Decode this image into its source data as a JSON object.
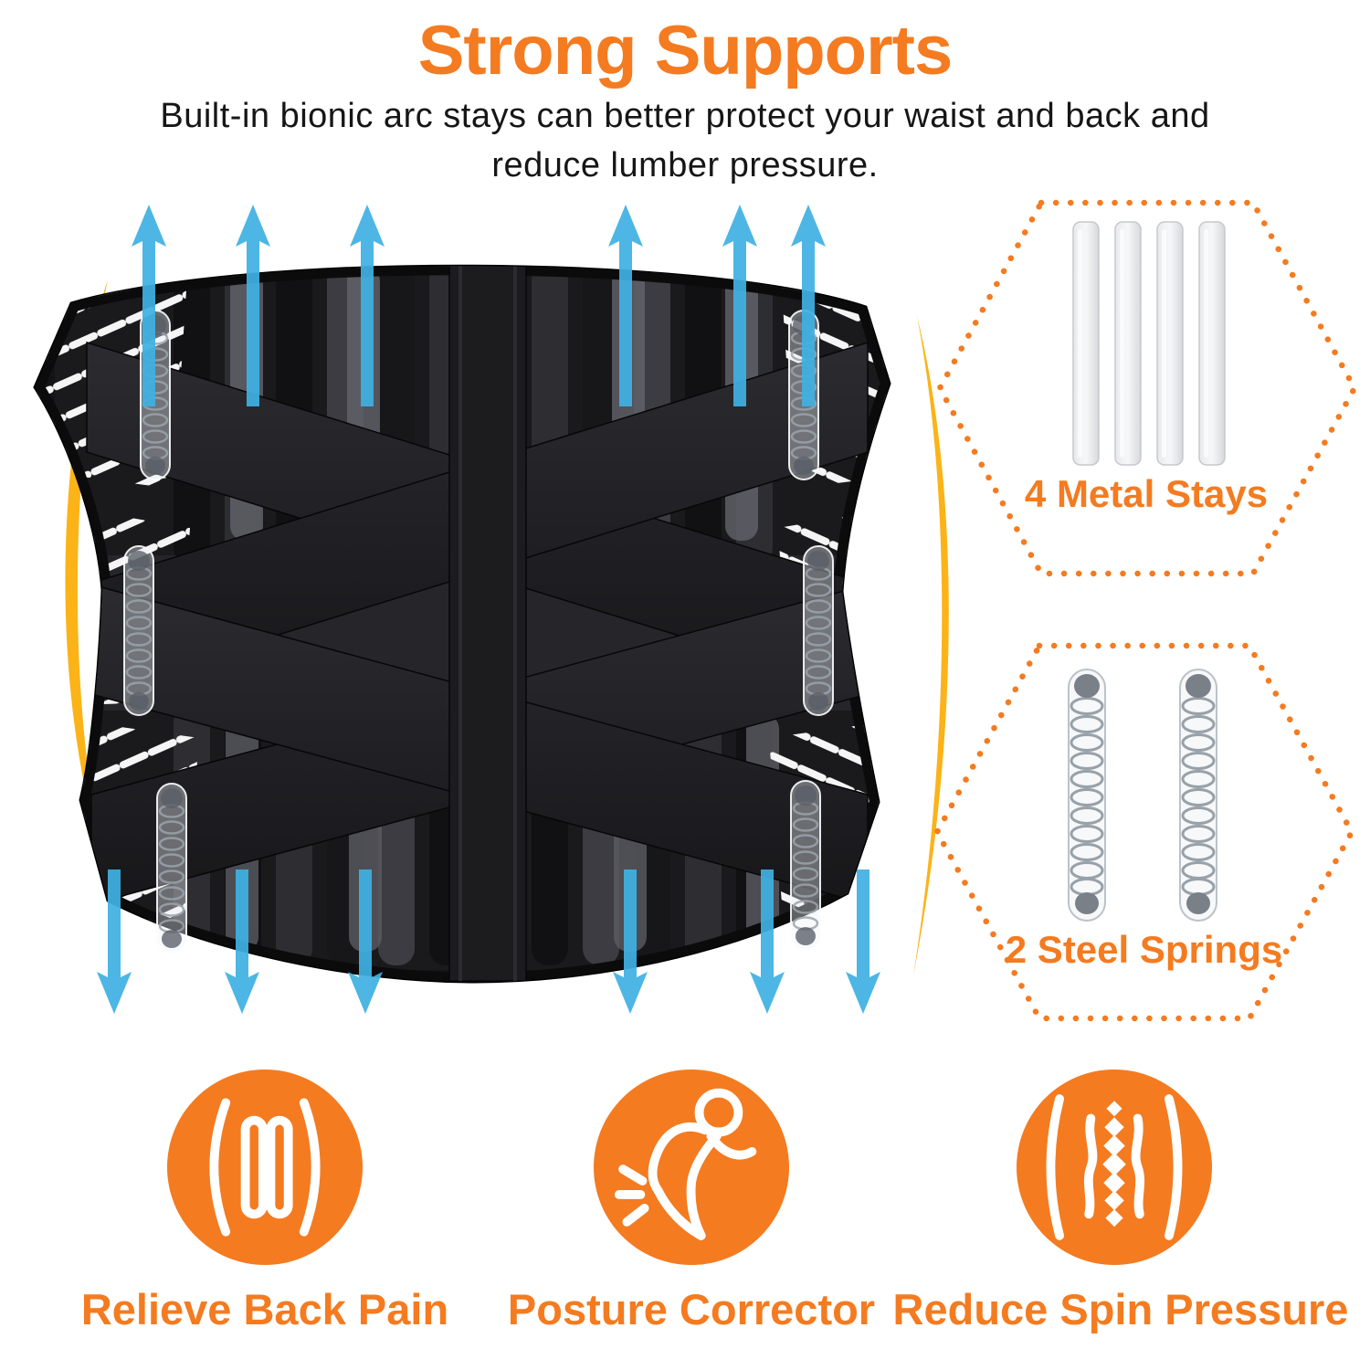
{
  "header": {
    "title": "Strong Supports",
    "subtitle_lines": [
      "Built-in bionic arc stays can better protect your waist and back and",
      "reduce lumber pressure."
    ]
  },
  "callouts": [
    {
      "label": "4 Metal Stays",
      "icon": "metal-stays-icon"
    },
    {
      "label": "2 Steel Springs",
      "icon": "steel-springs-icon"
    }
  ],
  "features": [
    {
      "label": "Relieve Back Pain",
      "icon": "back-relief-icon"
    },
    {
      "label": "Posture Corrector",
      "icon": "posture-corrector-icon"
    },
    {
      "label": "Reduce Spin Pressure",
      "icon": "spine-icon"
    }
  ],
  "colors": {
    "accent": "#F47B20",
    "arrow_blue": "#3FB0E2",
    "swoosh_yellow": "#FBB317",
    "belt_black": "#141416"
  }
}
